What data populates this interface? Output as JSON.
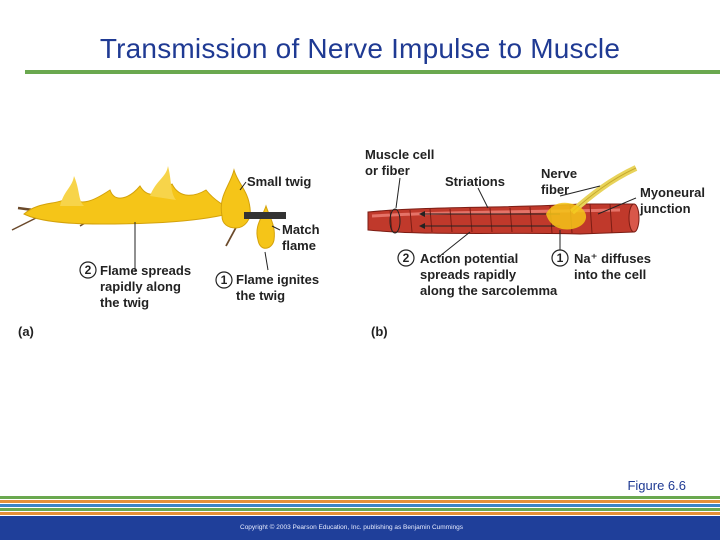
{
  "title": "Transmission of Nerve Impulse to Muscle",
  "panel_a": {
    "letter": "(a)",
    "small_twig": "Small twig",
    "match": "Match",
    "flame": "flame",
    "step1_num": "1",
    "step1_line1": "Flame ignites",
    "step1_line2": "the twig",
    "step2_num": "2",
    "step2_line1": "Flame spreads",
    "step2_line2": "rapidly along",
    "step2_line3": "the twig"
  },
  "panel_b": {
    "letter": "(b)",
    "muscle_cell_line1": "Muscle cell",
    "muscle_cell_line2": "or fiber",
    "striations": "Striations",
    "nerve_line1": "Nerve",
    "nerve_line2": "fiber",
    "myoneural_line1": "Myoneural",
    "myoneural_line2": "junction",
    "step1_num": "1",
    "step1_line1": "Na⁺ diffuses",
    "step1_line2": "into the cell",
    "step2_num": "2",
    "step2_line1": "Action potential",
    "step2_line2": "spreads rapidly",
    "step2_line3": "along the sarcolemma"
  },
  "figure_number": "Figure 6.6",
  "copyright": "Copyright © 2003 Pearson Education, Inc. publishing as Benjamin Cummings",
  "colors": {
    "title": "#1f3a93",
    "rule": "#6aa84f",
    "flame": "#f5c518",
    "muscle": "#c0392b",
    "footer": "#1f3f9a"
  }
}
